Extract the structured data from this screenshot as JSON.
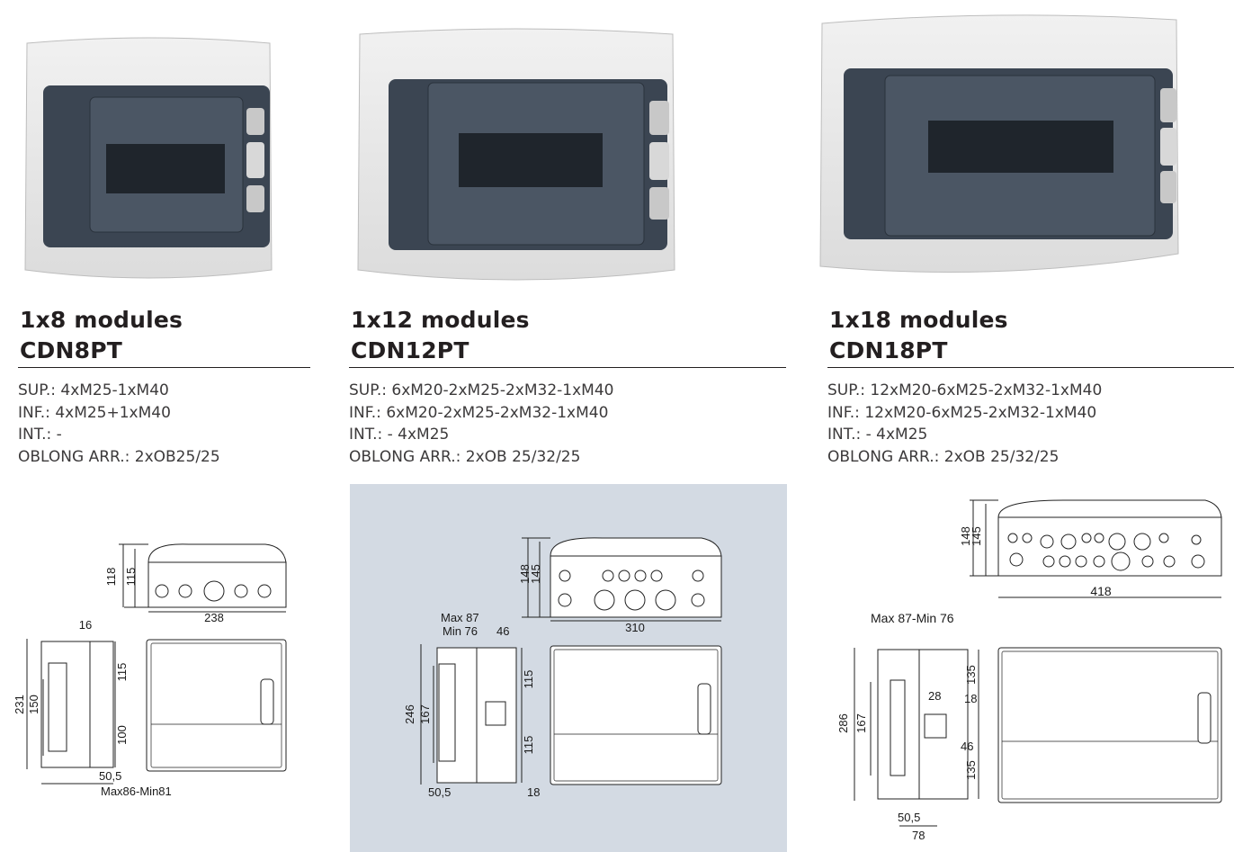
{
  "products": [
    {
      "title": "1x8 modules",
      "code": "CDN8PT",
      "specs": [
        "SUP.: 4xM25-1xM40",
        "INF.: 4xM25+1xM40",
        "INT.: -",
        "OBLONG ARR.: 2xOB25/25"
      ],
      "dims": {
        "h_total": "118",
        "h_inner": "115",
        "width": "238",
        "side_top": "16",
        "side_h": "231",
        "side_h2": "150",
        "upper": "115",
        "lower": "100",
        "depth": "50,5",
        "max": "Max86-Min81"
      }
    },
    {
      "title": "1x12 modules",
      "code": "CDN12PT",
      "specs": [
        "SUP.: 6xM20-2xM25-2xM32-1xM40",
        "INF.: 6xM20-2xM25-2xM32-1xM40",
        "INT.: - 4xM25",
        "OBLONG ARR.: 2xOB 25/32/25"
      ],
      "dims": {
        "h_total": "148",
        "h_inner": "145",
        "width": "310",
        "max": "Max 87",
        "min": "Min 76",
        "top_w": "46",
        "side_h": "246",
        "side_h2": "167",
        "upper": "115",
        "lower": "115",
        "depth": "50,5",
        "bottom": "18"
      }
    },
    {
      "title": "1x18 modules",
      "code": "CDN18PT",
      "specs": [
        "SUP.: 12xM20-6xM25-2xM32-1xM40",
        "INF.: 12xM20-6xM25-2xM32-1xM40",
        "INT.: - 4xM25",
        "OBLONG ARR.: 2xOB 25/32/25"
      ],
      "dims": {
        "h_total": "148",
        "h_inner": "145",
        "width": "418",
        "maxmin": "Max 87-Min 76",
        "side_h": "286",
        "side_h2": "167",
        "upper": "135",
        "d28": "28",
        "d18": "18",
        "d46": "46",
        "lower": "135",
        "depth": "50,5",
        "bottom": "78"
      }
    }
  ],
  "colors": {
    "accent_bg": "#d3dae3",
    "text": "#231f20",
    "smoke_door": "#3b4552",
    "housing": "#e9eaeb"
  }
}
